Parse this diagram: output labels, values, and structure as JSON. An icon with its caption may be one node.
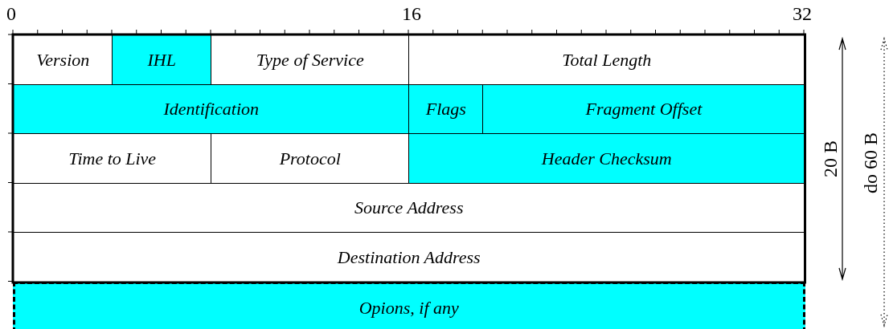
{
  "diagram": {
    "nodes": [
      {
        "text": [
          "Version"
        ]
      },
      {
        "text": [
          "IHL"
        ]
      },
      {
        "text": [
          "Type of Service"
        ]
      },
      {
        "text": [
          "Total Length"
        ]
      },
      {
        "text": [
          "Identification"
        ]
      },
      {
        "text": [
          "Flags"
        ]
      },
      {
        "text": [
          "Fragment Offset"
        ]
      },
      {
        "text": [
          "Time to Live"
        ]
      },
      {
        "text": [
          "Protocol"
        ]
      },
      {
        "text": [
          "Header Checksum"
        ]
      },
      {
        "text": [
          "Source Address"
        ]
      },
      {
        "text": [
          "Destination Address"
        ]
      },
      {
        "text": [
          "Opions, if any"
        ]
      }
    ],
    "edges": [],
    "labels": [
      "0",
      "16",
      "32",
      "20 B",
      "do 60 B"
    ]
  }
}
